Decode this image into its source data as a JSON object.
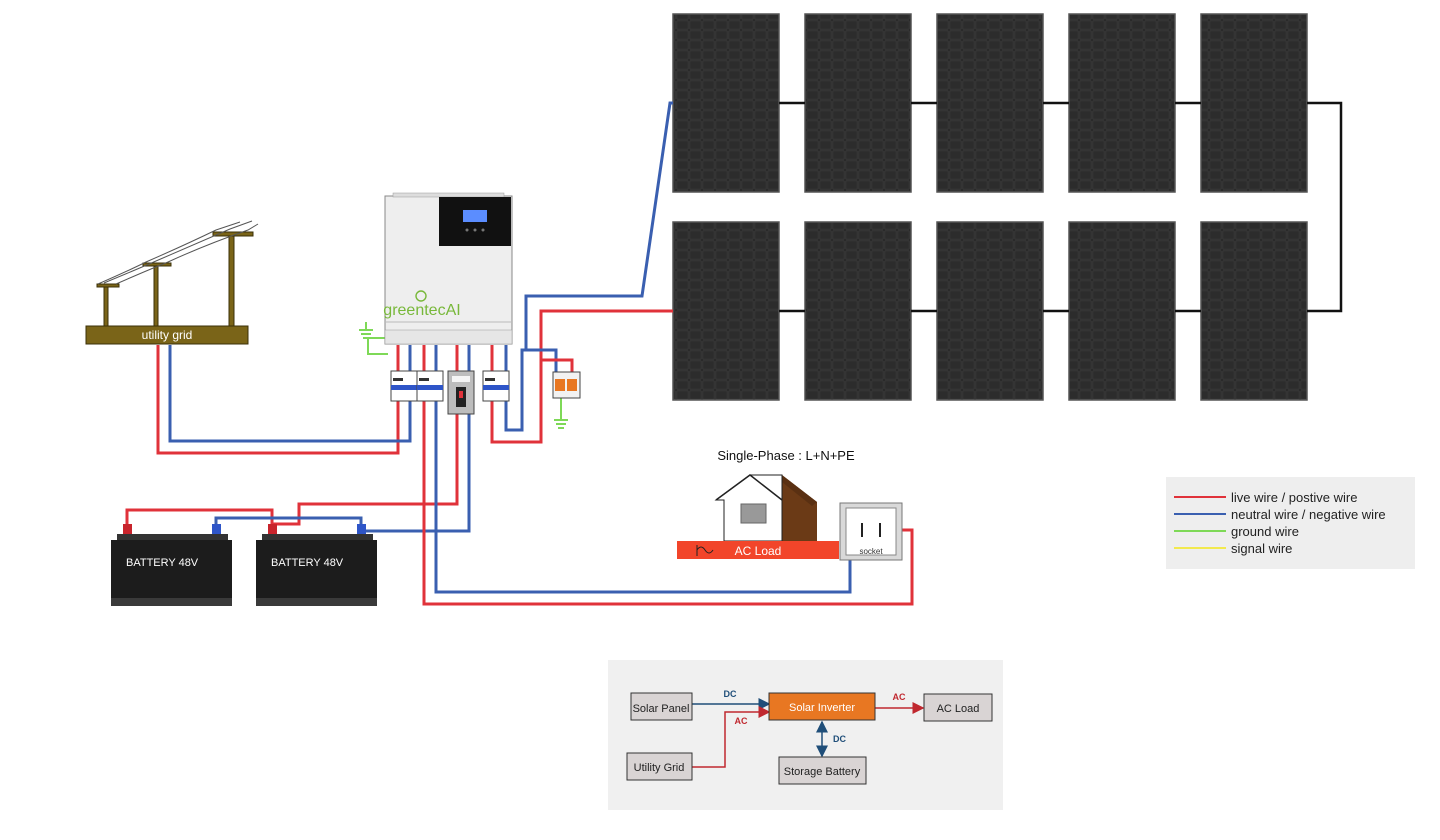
{
  "utility_grid": {
    "label": "utility grid"
  },
  "inverter": {
    "brand": "greentecAI"
  },
  "batteries": [
    {
      "label": "BATTERY 48V"
    },
    {
      "label": "BATTERY 48V"
    }
  ],
  "house": {
    "phase_label": "Single-Phase : L+N+PE",
    "load_label": "AC Load",
    "socket_label": "socket"
  },
  "legend": {
    "items": [
      {
        "label": "live wire / postive wire",
        "color": "#e0323a"
      },
      {
        "label": "neutral wire / negative wire",
        "color": "#3a5fb0"
      },
      {
        "label": "ground wire",
        "color": "#7ed957"
      },
      {
        "label": "signal wire",
        "color": "#f2e94e"
      }
    ]
  },
  "flow": {
    "solar_panel": "Solar Panel",
    "solar_inverter": "Solar Inverter",
    "ac_load": "AC Load",
    "utility_grid": "Utility Grid",
    "storage_battery": "Storage Battery",
    "dc_label_1": "DC",
    "ac_label_1": "AC",
    "ac_label_2": "AC",
    "dc_label_2": "DC"
  },
  "colors": {
    "live": "#e0323a",
    "neutral": "#3a5fb0",
    "ground": "#7ed957",
    "signal": "#f2e94e",
    "inverter_orange": "#e87722"
  }
}
